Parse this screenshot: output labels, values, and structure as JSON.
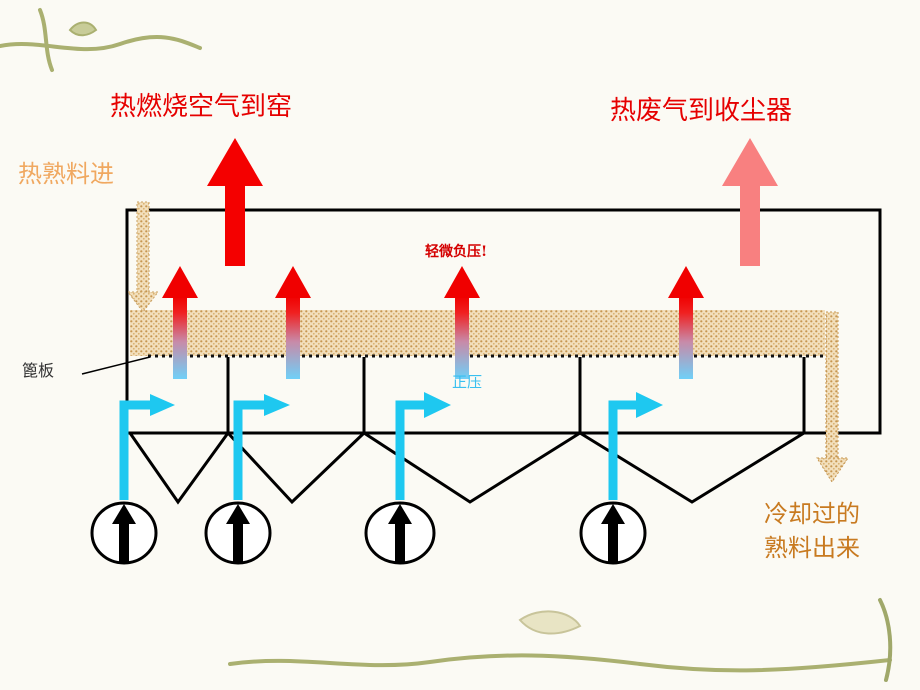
{
  "labels": {
    "hot_air_to_kiln": "热燃烧空气到窑",
    "exhaust_to_dust": "热废气到收尘器",
    "hot_clinker_in": "热熟料进",
    "slight_negative": "轻微负压!",
    "positive_pressure": "正压",
    "grate_plate": "篦板",
    "cooled_clinker_line1": "冷却过的",
    "cooled_clinker_line2": "熟料出来"
  },
  "colors": {
    "hot_arrow": "#f40000",
    "exhaust_arrow": "#f88080",
    "cold_air": "#1ec8f0",
    "clinker": "#d2a860",
    "frame": "#000000"
  }
}
